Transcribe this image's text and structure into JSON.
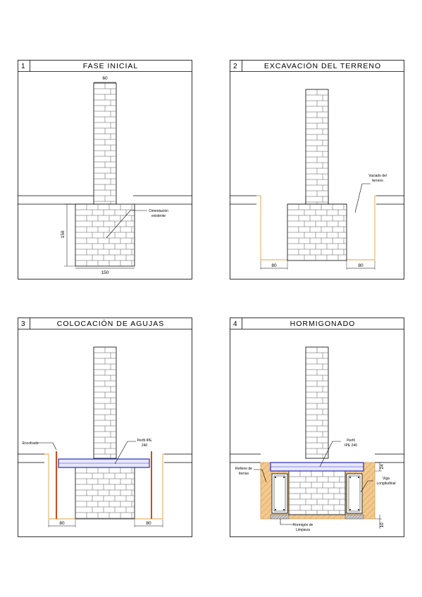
{
  "colors": {
    "line": "#000000",
    "brick_line": "#555555",
    "excavation": "#e3a23c",
    "formwork": "#d24a1a",
    "beam_outline": "#3a3ab8",
    "beam_fill": "#e8e8ff",
    "concrete": "#d9a05c",
    "blinding": "#777777"
  },
  "panels": [
    {
      "number": "1",
      "title": "FASE INICIAL",
      "dim_wall": "60",
      "dim_height": "150",
      "dim_base": "150",
      "note": [
        "Cimentación",
        "existente"
      ]
    },
    {
      "number": "2",
      "title": "EXCAVACIÓN DEL TERRENO",
      "note": [
        "Vaciado del",
        "terreno"
      ],
      "dim_left": "80",
      "dim_right": "80"
    },
    {
      "number": "3",
      "title": "COLOCACIÓN DE AGUJAS",
      "note_left": "Encofrado",
      "note_beam": [
        "Perfil IPE",
        "240"
      ],
      "dim_left": "80",
      "dim_right": "80"
    },
    {
      "number": "4",
      "title": "HORMIGONADO",
      "note_beam": [
        "Perfil",
        "IPE 240"
      ],
      "note_left": [
        "Relleno de",
        "tierras"
      ],
      "note_right": [
        "Viga",
        "Longitudinal"
      ],
      "note_bottom": [
        "Hormigón de",
        "Limpieza"
      ],
      "dim_top": "24",
      "dim_bottom": "10"
    }
  ]
}
